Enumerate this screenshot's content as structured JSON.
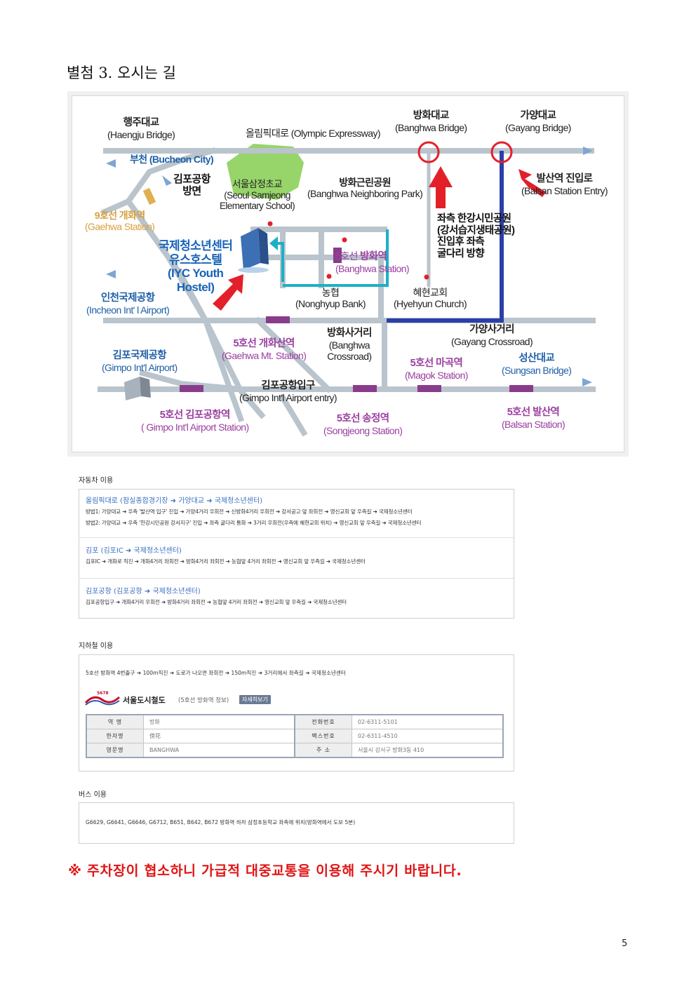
{
  "title": "별첨 3. 오시는 길",
  "map": {
    "haengju": [
      "행주대교",
      "(Haengju Bridge)"
    ],
    "olympic": "올림픽대로 (Olympic Expressway)",
    "banghwa_bridge": [
      "방화대교",
      "(Banghwa Bridge)"
    ],
    "gayang_bridge": [
      "가양대교",
      "(Gayang Bridge)"
    ],
    "bucheon": "부천 (Bucheon City)",
    "gimpo_dir": [
      "김포공항",
      "방면"
    ],
    "samjeong": [
      "서울삼정초교",
      "(Seoul Samjeong",
      "Elementary School)"
    ],
    "park": [
      "방화근린공원",
      "(Banghwa Neighboring Park)"
    ],
    "balsan_entry": [
      "발산역 진입로",
      "(Balsan Station Entry)"
    ],
    "gaehwa9": [
      "9호선 개화역",
      "(Gaehwa Station)"
    ],
    "hostel": [
      "국제청소년센터",
      "유스호스텔",
      "(IYC Youth",
      "Hostel)"
    ],
    "left_turn": [
      "좌측 한강시민공원",
      "(강서습지생태공원)",
      "진입후 좌측",
      "굴다리 방향"
    ],
    "banghwa5_line": "5호선",
    "banghwa5_name": "방화역",
    "banghwa5_en": "(Banghwa Station)",
    "incheon": [
      "인천국제공항",
      "(Incheon Int' l Airport)"
    ],
    "nonghyup": [
      "농협",
      "(Nonghyup Bank)"
    ],
    "hyehyun": [
      "혜현교회",
      "(Hyehyun Church)"
    ],
    "banghwa_cross": [
      "방화사거리",
      "(Banghwa",
      "Crossroad)"
    ],
    "gayang_cross": [
      "가양사거리",
      "(Gayang Crossroad)"
    ],
    "gaehwasan": [
      "5호선 개화산역",
      "(Gaehwa Mt. Station)"
    ],
    "gimpo_intl": [
      "김포국제공항",
      "(Gimpo Int'l Airport)"
    ],
    "magok": [
      "5호선 마곡역",
      "(Magok Station)"
    ],
    "sungsan": [
      "성산대교",
      "(Sungsan Bridge)"
    ],
    "airport_entry": [
      "김포공항입구",
      "(Gimpo Int'l Airport entry)"
    ],
    "gimpo_station": [
      "5호선 김포공항역",
      "( Gimpo Int'l Airport Station)"
    ],
    "songjeong": [
      "5호선 송정역",
      "(Songjeong Station)"
    ],
    "balsan_station": [
      "5호선 발산역",
      "(Balsan Station)"
    ]
  },
  "car": {
    "label": "자동차 이용",
    "blocks": [
      {
        "heading": "올림픽대로 (잠실종합경기장 ➜ 가양대교 ➜ 국제청소년센터)",
        "lines": [
          "방법1: 가양대교 ➜ 우측 '발산역 입구' 진입 ➜ 가양4거리 우회전 ➜ 신방화4거리 우회전 ➜ 강서공고 앞 좌회전 ➜ 영신교회 앞 우측길 ➜ 국제청소년센터",
          "방법2: 가양대교 ➜ 우측 '한강시민공원 강서지구' 진입 ➜ 좌측 굴다리 통화 ➜ 3거리 우회전(우측에 혜현교회 위치) ➜ 영신교회 앞 우측길 ➜ 국제청소년센터"
        ]
      },
      {
        "heading": "김포 (김포IC ➜ 국제청소년센터)",
        "lines": [
          "김포IC ➜ 개화로 직진 ➜ 개화4거리 좌회전 ➜ 방화4거리 좌회전 ➜ 농협앞 4거리 좌회전 ➜ 영신교회 앞 우측길 ➜ 국제청소년센터"
        ]
      },
      {
        "heading": "김포공항 (김포공항 ➜ 국제청소년센터)",
        "lines": [
          "김포공항입구 ➜ 개화4거리 우회전 ➜ 방화4거리 좌회전 ➜ 농협앞 4거리 좌회전 ➜ 영신교회 앞 우측길 ➜ 국제청소년센터"
        ]
      }
    ]
  },
  "subway": {
    "label": "지하철 이용",
    "route": "5호선 방화역 4번출구 ➜ 100m직진 ➜ 도로가 나오면 좌회전 ➜ 150m직진 ➜ 3거리에서 좌측길 ➜ 국제청소년센터",
    "logo_num": "5678",
    "logo_name": "서울도시철도",
    "logo_note": "(5호선 방화역 정보)",
    "detail_btn": "자세히보기",
    "table": [
      {
        "l1": "역 명",
        "v1": "방화",
        "l2": "전화번호",
        "v2": "02-6311-5101"
      },
      {
        "l1": "한자명",
        "v1": "傍花",
        "l2": "팩스번호",
        "v2": "02-6311-4510"
      },
      {
        "l1": "영문명",
        "v1": "BANGHWA",
        "l2": "주 소",
        "v2": "서울시 강서구 방화3동 410"
      }
    ]
  },
  "bus": {
    "label": "버스 이용",
    "text": "G6629, G6641, G6646, G6712, B651, B642, B672 방화역 하차 삼정초등학교 좌측에 위치(방화역에서 도보 5분)"
  },
  "notice": "※ 주차장이 협소하니 가급적 대중교통을 이용해 주시기 바랍니다.",
  "page_number": "5"
}
